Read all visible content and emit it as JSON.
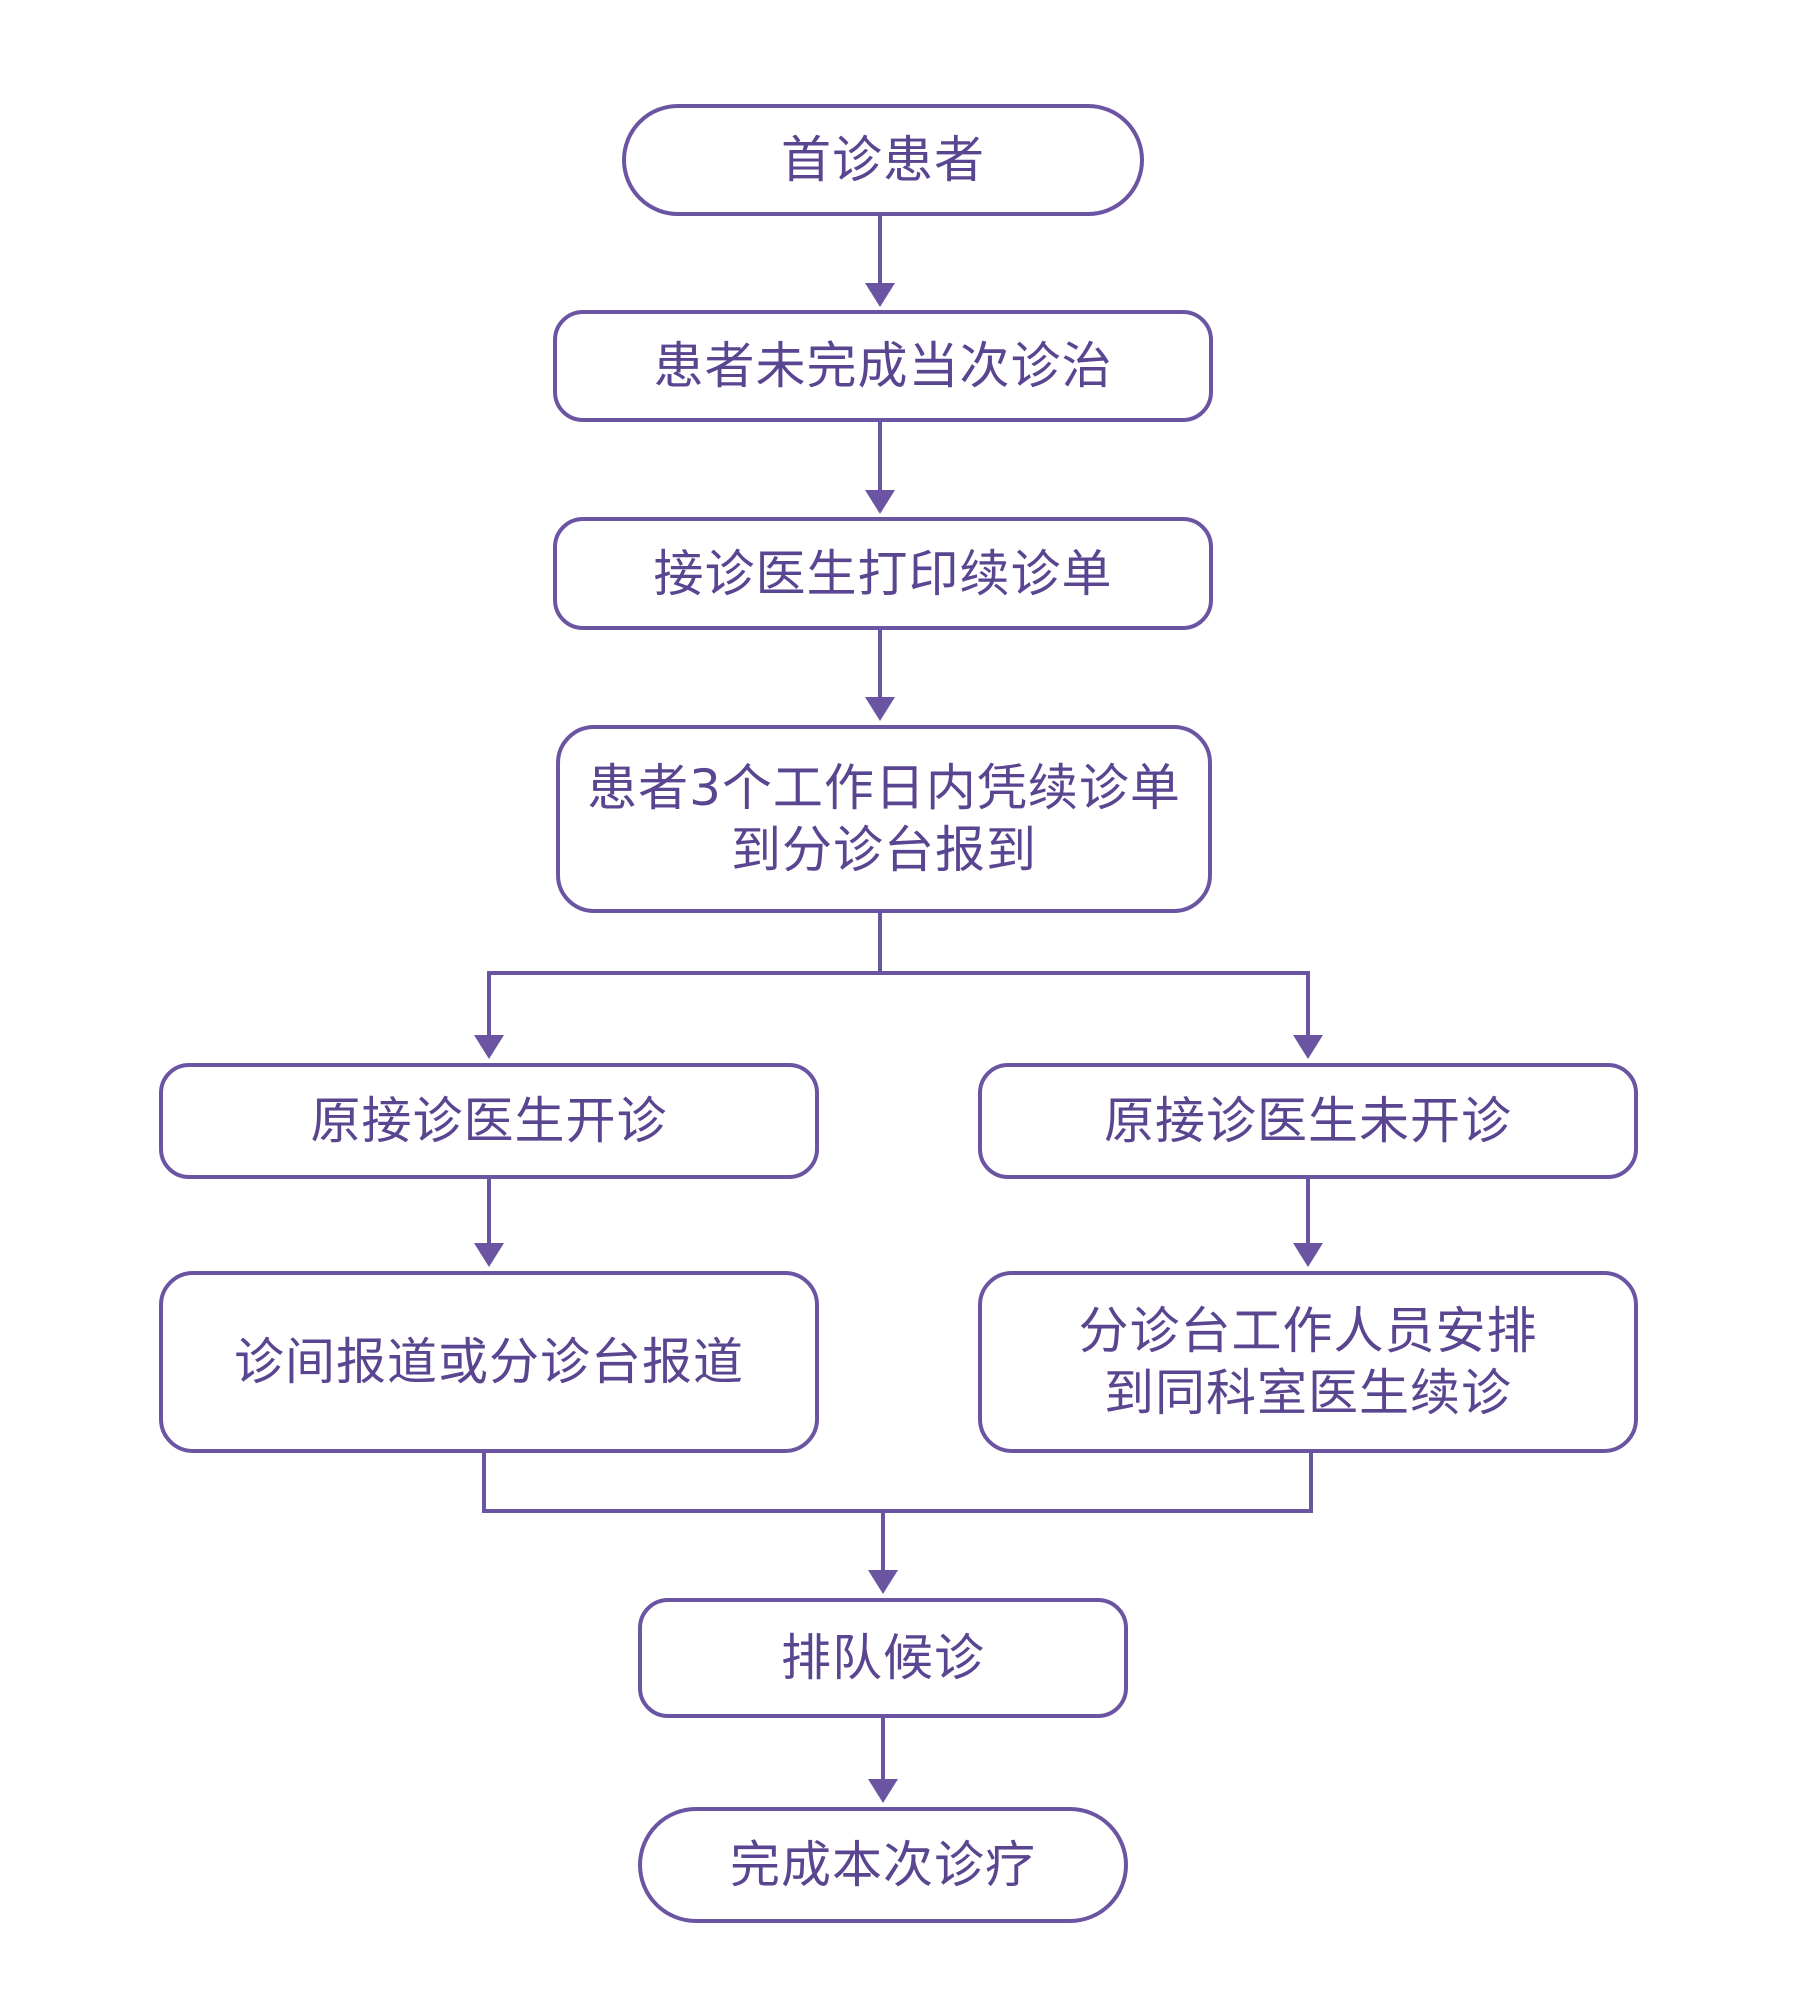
{
  "colors": {
    "stroke": "#6b55a2",
    "text": "#5a4591",
    "background": "#ffffff"
  },
  "nodes": {
    "first_visit": "首诊患者",
    "treatment_incomplete": "患者未完成当次诊治",
    "print_slip": "接诊医生打印续诊单",
    "report_to_triage": "患者3个工作日内凭续诊单\n到分诊台报到",
    "doctor_on_duty": "原接诊医生开诊",
    "doctor_off_duty": "原接诊医生未开诊",
    "report_room_or_triage": "诊间报道或分诊台报道",
    "triage_arranges": "分诊台工作人员安排\n到同科室医生续诊",
    "queue_wait": "排队候诊",
    "complete_treatment": "完成本次诊疗"
  }
}
